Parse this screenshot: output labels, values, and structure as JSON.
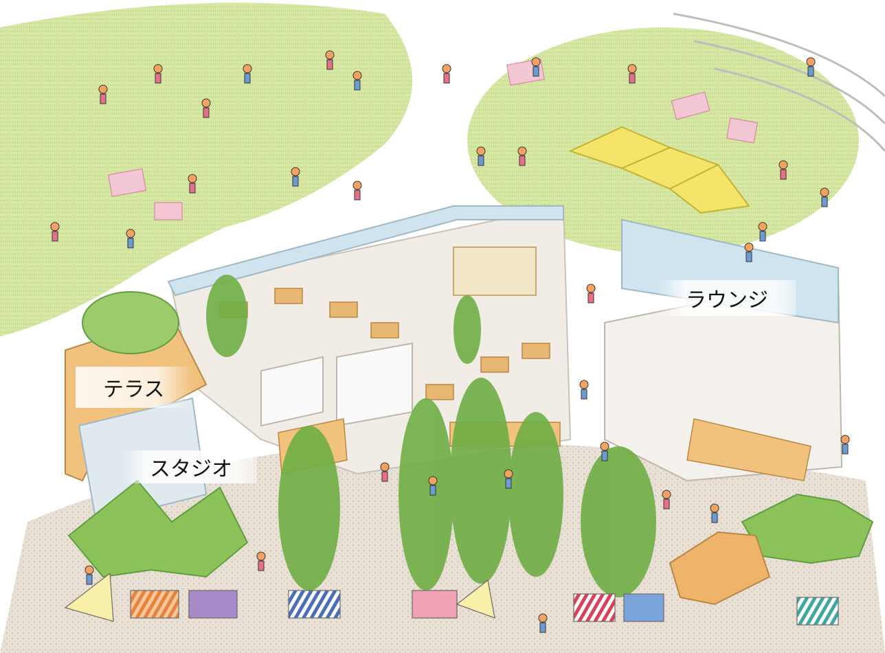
{
  "labels": {
    "terrace": "テラス",
    "studio": "スタジオ",
    "lounge": "ラウンジ"
  },
  "colors": {
    "lawn": "#cfe39a",
    "lawn_dark": "#a9c86a",
    "plaza": "#e6ddd2",
    "building": "#f4f1ec",
    "wall": "#d9d4cc",
    "wood": "#e8b873",
    "tree": "#7fb54c",
    "vine": "#5f9e3e"
  }
}
